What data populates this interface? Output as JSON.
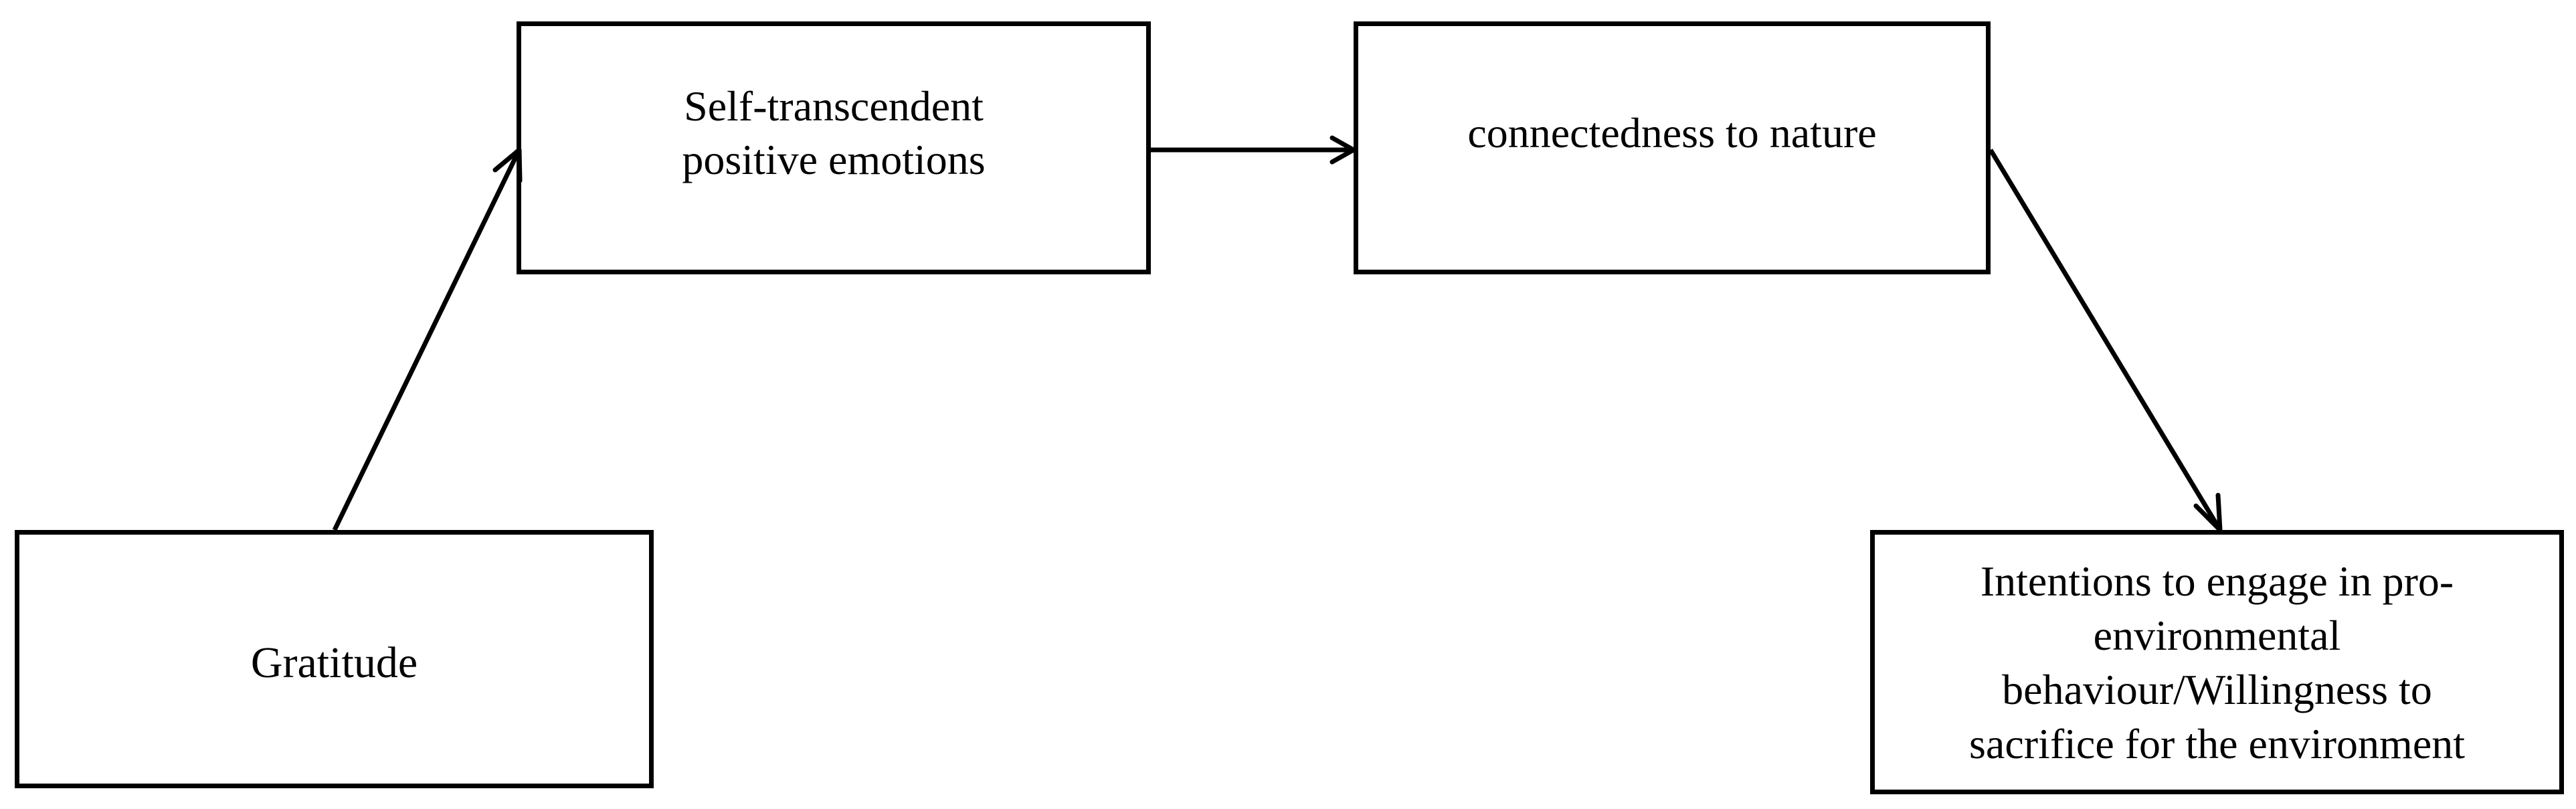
{
  "diagram": {
    "nodes": [
      {
        "id": "gratitude",
        "label": "Gratitude"
      },
      {
        "id": "self_transcendent",
        "label": "Self-transcendent\npositive emotions"
      },
      {
        "id": "connectedness",
        "label": "connectedness to nature"
      },
      {
        "id": "intentions",
        "label": "Intentions to engage in pro-\nenvironmental\nbehaviour/Willingness to\nsacrifice for the environment"
      }
    ],
    "edges": [
      {
        "from": "gratitude",
        "to": "self_transcendent"
      },
      {
        "from": "self_transcendent",
        "to": "connectedness"
      },
      {
        "from": "connectedness",
        "to": "intentions"
      }
    ],
    "colors": {
      "stroke": "#000000",
      "background": "#ffffff",
      "text": "#000000"
    }
  }
}
